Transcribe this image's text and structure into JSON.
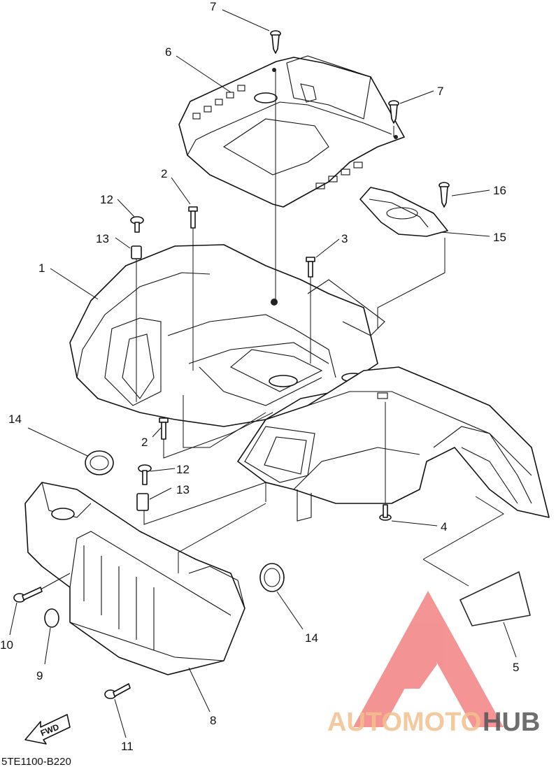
{
  "diagram": {
    "drawing_code": "5TE1100-B220",
    "fwd_label": "FWD",
    "callouts": [
      {
        "id": "c1",
        "label": "1"
      },
      {
        "id": "c2a",
        "label": "2"
      },
      {
        "id": "c2b",
        "label": "2"
      },
      {
        "id": "c3",
        "label": "3"
      },
      {
        "id": "c4",
        "label": "4"
      },
      {
        "id": "c5",
        "label": "5"
      },
      {
        "id": "c6",
        "label": "6"
      },
      {
        "id": "c7a",
        "label": "7"
      },
      {
        "id": "c7b",
        "label": "7"
      },
      {
        "id": "c8",
        "label": "8"
      },
      {
        "id": "c9",
        "label": "9"
      },
      {
        "id": "c10",
        "label": "10"
      },
      {
        "id": "c11",
        "label": "11"
      },
      {
        "id": "c12a",
        "label": "12"
      },
      {
        "id": "c12b",
        "label": "12"
      },
      {
        "id": "c13a",
        "label": "13"
      },
      {
        "id": "c13b",
        "label": "13"
      },
      {
        "id": "c14a",
        "label": "14"
      },
      {
        "id": "c14b",
        "label": "14"
      },
      {
        "id": "c15",
        "label": "15"
      },
      {
        "id": "c16",
        "label": "16"
      }
    ]
  },
  "watermark": {
    "part1": "AUTOMOTO",
    "part2": "HUB",
    "color_primary": "#f07070",
    "color_secondary": "#555555",
    "color_light": "#f2c08c"
  }
}
